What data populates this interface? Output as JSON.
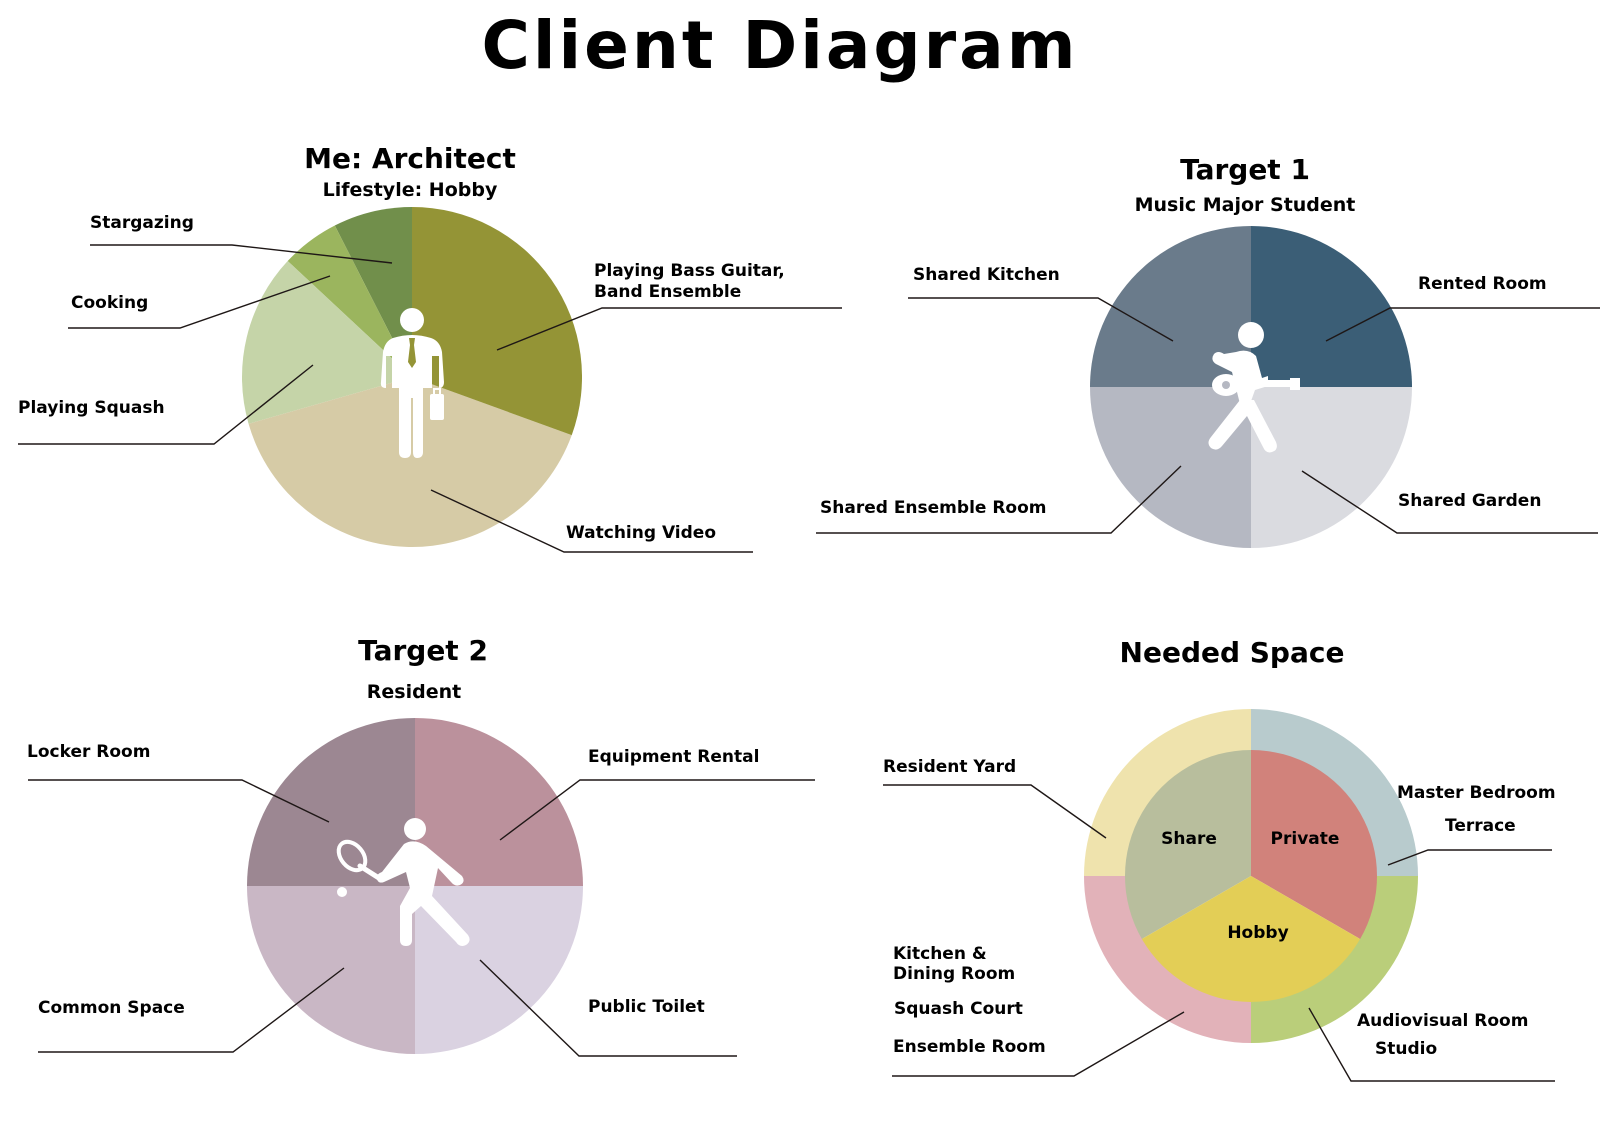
{
  "title": "Client Diagram",
  "diagrams": {
    "architect": {
      "heading": "Me: Architect",
      "subheading": "Lifestyle: Hobby",
      "icon": "businessman-icon",
      "segments": [
        {
          "label": "Stargazing",
          "color": "#718f4b"
        },
        {
          "label": "Cooking",
          "color": "#9bb55e"
        },
        {
          "label": "Playing Squash",
          "color": "#c5d4a8"
        },
        {
          "label": "Watching Video",
          "color": "#d6cba6"
        },
        {
          "label_line1": "Playing Bass Guitar,",
          "label_line2": "Band Ensemble",
          "color": "#949436"
        }
      ]
    },
    "target1": {
      "heading": "Target  1",
      "subheading": "Music Major Student",
      "icon": "guitar-player-icon",
      "segments": [
        {
          "label": "Shared Kitchen",
          "color": "#6a7b8b"
        },
        {
          "label": "Rented Room",
          "color": "#3b5e76"
        },
        {
          "label": "Shared Ensemble Room",
          "color": "#b5b8c2"
        },
        {
          "label": "Shared Garden",
          "color": "#dadbe0"
        }
      ]
    },
    "target2": {
      "heading": "Target 2",
      "subheading": "Resident",
      "icon": "tennis-player-icon",
      "segments": [
        {
          "label": "Locker Room",
          "color": "#9c8792"
        },
        {
          "label": "Equipment Rental",
          "color": "#bb919c"
        },
        {
          "label": "Common Space",
          "color": "#c9b7c5"
        },
        {
          "label": "Public Toilet",
          "color": "#dad2e1"
        }
      ]
    },
    "needed": {
      "heading": "Needed Space",
      "core": [
        {
          "label": "Share",
          "color": "#b8be9d"
        },
        {
          "label": "Private",
          "color": "#d1827b"
        },
        {
          "label": "Hobby",
          "color": "#e3ce56"
        }
      ],
      "ring": [
        {
          "color": "#efe3ad"
        },
        {
          "color": "#b8cbcd"
        },
        {
          "color": "#bace7a"
        },
        {
          "color": "#e2b2b9"
        }
      ],
      "labels": {
        "resident_yard": "Resident Yard",
        "master_bedroom": "Master Bedroom",
        "terrace": "Terrace",
        "kitchen_line1": "Kitchen &",
        "kitchen_line2": "Dining Room",
        "squash_court": "Squash Court",
        "ensemble_room": "Ensemble Room",
        "audiovisual_room": "Audiovisual Room",
        "studio": "Studio"
      }
    }
  }
}
